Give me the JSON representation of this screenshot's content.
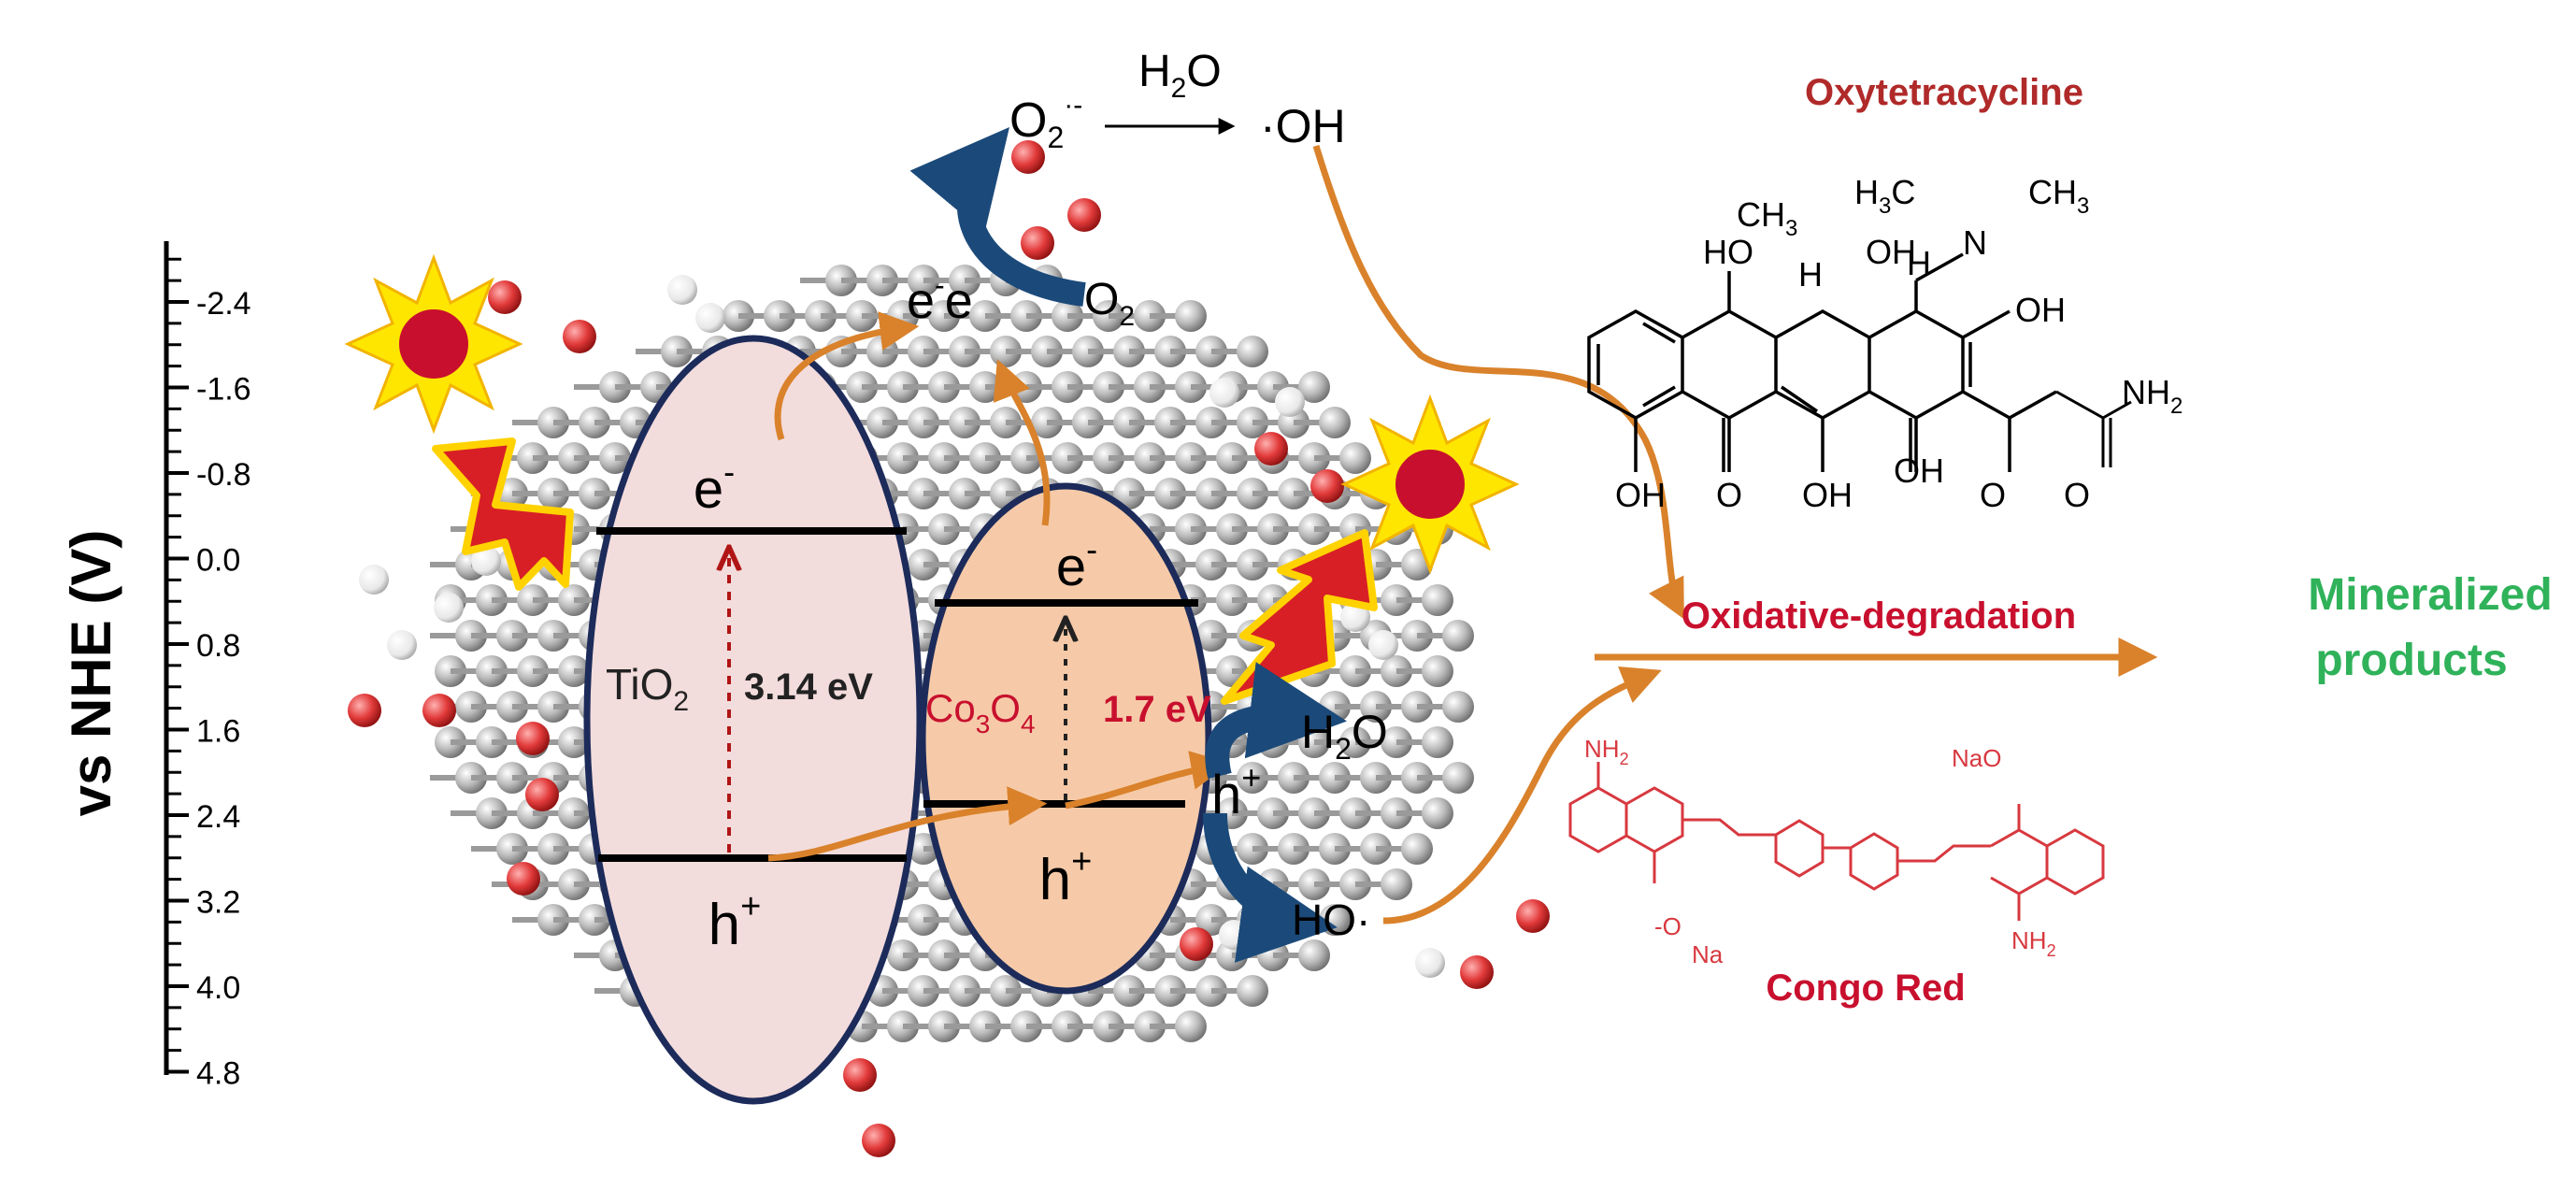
{
  "axis": {
    "label": "vs NHE (V)",
    "ticks": [
      "-2.4",
      "-1.6",
      "-0.8",
      "0.0",
      "0.8",
      "1.6",
      "2.4",
      "3.2",
      "4.0",
      "4.8"
    ]
  },
  "tio2": {
    "name": "TiO",
    "sub": "2",
    "gap": "3.14 eV",
    "electron": "e",
    "electron_sup": "-",
    "hole": "h",
    "hole_sup": "+"
  },
  "co3o4": {
    "name_a": "Co",
    "sub_a": "3",
    "name_b": "O",
    "sub_b": "4",
    "gap": "1.7 eV",
    "electron": "e",
    "electron_sup": "-",
    "hole": "h",
    "hole_sup": "+"
  },
  "reactions": {
    "superoxide": "O",
    "superoxide_sub": "2",
    "superoxide_sup": "·-",
    "water_top": "H",
    "water_top_sub": "2",
    "water_top_tail": "O",
    "hydroxyl_top": "·OH",
    "oxygen": "O",
    "oxygen_sub": "2",
    "ee_1": "e",
    "ee_2": "e",
    "ee_sup": "-",
    "water_right": "H",
    "water_right_sub": "2",
    "water_right_tail": "O",
    "hole_right": "h",
    "hole_right_sup": "+",
    "hydroxyl_right": "HO·"
  },
  "pollutants": {
    "oxytetracycline": "Oxytetracycline",
    "congo_red": "Congo Red",
    "process": "Oxidative-degradation",
    "product_line1": "Mineralized",
    "product_line2": "products"
  },
  "otc_labels": {
    "ch3_top": "CH",
    "ch3_top_sub": "3",
    "h3c": "H",
    "h3c_sub": "3",
    "h3c_tail": "C",
    "ch3_right": "CH",
    "ch3_right_sub": "3",
    "n": "N",
    "ho_left": "HO",
    "oh_mid": "OH",
    "h_a": "H",
    "h_b": "H",
    "oh_right": "OH",
    "nh2": "NH",
    "nh2_sub": "2",
    "oh_bot1": "OH",
    "o_bot1": "O",
    "oh_bot2": "OH",
    "oh_bot3": "OH",
    "o_bot2": "O",
    "o_amide": "O"
  },
  "congo_labels": {
    "nh2_left": "NH",
    "nh2_left_sub": "2",
    "so3_left": "-O",
    "na_left": "Na",
    "so3_right": "NaO",
    "nh2_right": "NH",
    "nh2_right_sub": "2"
  },
  "colors": {
    "title_red": "#b02a2a",
    "congo_red": "#d8383f",
    "product_green": "#2fb25a",
    "arrow_orange": "#d9822b",
    "band_outline": "#1c2b5a",
    "tio2_fill": "#f3dcdc",
    "co3o4_fill": "#f6caa8",
    "curved_blue": "#1b4a7a",
    "sun_yellow": "#ffe600",
    "sun_red": "#c8102e"
  }
}
